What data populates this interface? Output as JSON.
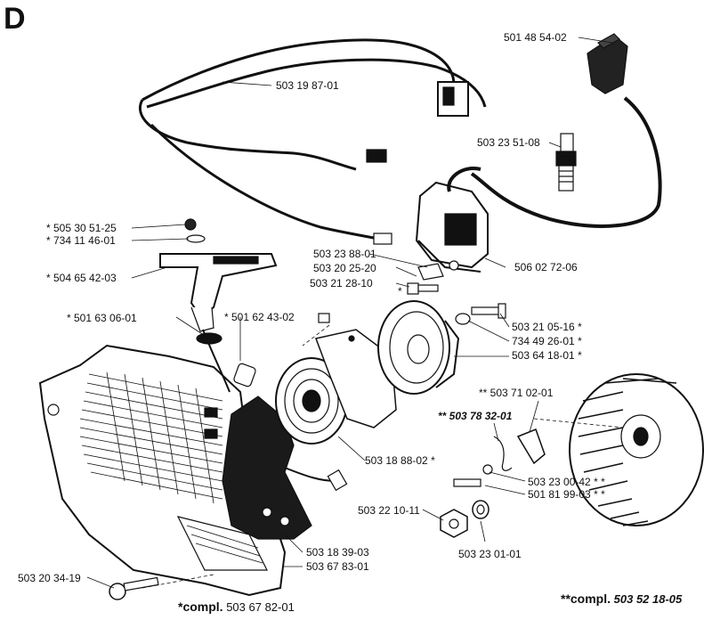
{
  "section_letter": "D",
  "parts": {
    "p1": "501 48 54-02",
    "p2": "503 19 87-01",
    "p3": "503 23 51-08",
    "p4": "* 505 30 51-25",
    "p5": "* 734 11 46-01",
    "p6": "* 504 65 42-03",
    "p7": "503 23 88-01",
    "p8": "503 20 25-20",
    "p9": "503 21 28-10",
    "p9_star": "*",
    "p10": "506 02 72-06",
    "p11": "* 501 63 06-01",
    "p12": "* 501 62 43-02",
    "p13": "503 21 05-16 *",
    "p14": "734 49 26-01 *",
    "p15": "503 64 18-01 *",
    "p16": "** 503 71 02-01",
    "p17": "** 503 78 32-01",
    "p18": "503 18 88-02 *",
    "p19": "503 23 00-42 * *",
    "p20": "501 81 99-03 * *",
    "p21": "503 22 10-11",
    "p22": "503 18 39-03",
    "p23": "503 67 83-01",
    "p24": "503 23 01-01",
    "p25": "503 20 34-19"
  },
  "footer": {
    "left_prefix": "*compl.",
    "left_number": "503 67 82-01",
    "right_prefix": "**compl.",
    "right_number": "503 52 18-05"
  }
}
